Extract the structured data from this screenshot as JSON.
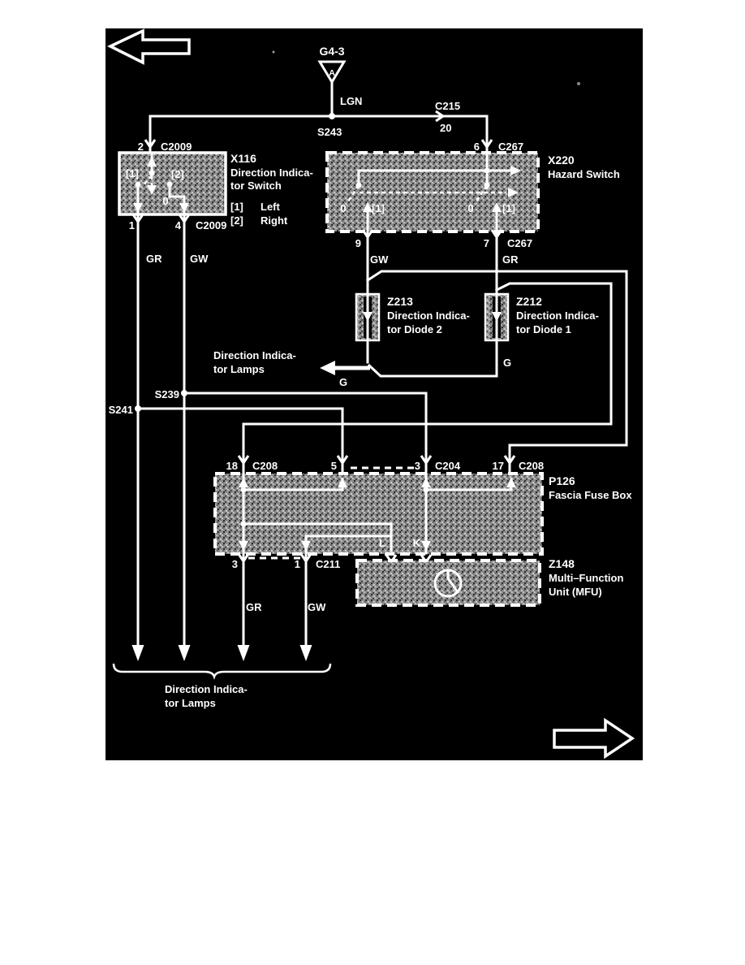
{
  "colors": {
    "page_bg": "#ffffff",
    "canvas_bg": "#000000",
    "ink": "#ffffff",
    "component_fill": "#8d8d8d"
  },
  "icons": {
    "nav_left": "arrow-left",
    "nav_right": "arrow-right",
    "ground": "ground-triangle",
    "splice": "splice-dot",
    "connector_pin": "fork-pin",
    "inline_connector": "chevron-connector",
    "diode": "diode-down-arrow",
    "relay": "relay-circle",
    "lamp_brace": "under-brace"
  },
  "ground": {
    "id": "G4-3",
    "letter": "A"
  },
  "wires": {
    "lgn": "LGN",
    "gr_left": "GR",
    "gw_left": "GW",
    "gw_mid": "GW",
    "gr_mid": "GR",
    "g_left": "G",
    "g_right": "G",
    "gr_bottom": "GR",
    "gw_bottom": "GW"
  },
  "splices": {
    "s243": "S243",
    "s239": "S239",
    "s241": "S241"
  },
  "connectors": {
    "c215": {
      "name": "C215",
      "pin": "20"
    }
  },
  "x116": {
    "pin_top": "2",
    "conn_top": "C2009",
    "id": "X116",
    "name1": "Direction Indica-",
    "name2": "tor Switch",
    "legend1_key": "[1]",
    "legend1_val": "Left",
    "legend2_key": "[2]",
    "legend2_val": "Right",
    "pos_left": "[1]",
    "pos_right": "[2]",
    "pos_off": "0",
    "pin_left": "1",
    "pin_right": "4",
    "conn_bottom": "C2009"
  },
  "x220": {
    "pin_top": "6",
    "conn_top": "C267",
    "id": "X220",
    "name": "Hazard Switch",
    "left_off": "0",
    "left_on": "[1]",
    "right_off": "0",
    "right_on": "[1]",
    "pin_left": "9",
    "pin_right": "7",
    "conn_bottom": "C267"
  },
  "z213": {
    "id": "Z213",
    "name1": "Direction Indica-",
    "name2": "tor Diode 2"
  },
  "z212": {
    "id": "Z212",
    "name1": "Direction Indica-",
    "name2": "tor Diode 1"
  },
  "lamp_feed": {
    "name1": "Direction Indica-",
    "name2": "tor Lamps"
  },
  "p126": {
    "pin18": "18",
    "conn18": "C208",
    "pin5": "5",
    "pin3": "3",
    "conn3": "C204",
    "pin17": "17",
    "conn17": "C208",
    "id": "P126",
    "name": "Fascia Fuse Box",
    "out_l": "L",
    "out_k": "K",
    "pin_b3": "3",
    "pin_b1": "1",
    "conn_b": "C211"
  },
  "z148": {
    "id": "Z148",
    "name1": "Multi–Function",
    "name2": "Unit (MFU)"
  },
  "lamps": {
    "name1": "Direction Indica-",
    "name2": "tor Lamps"
  }
}
